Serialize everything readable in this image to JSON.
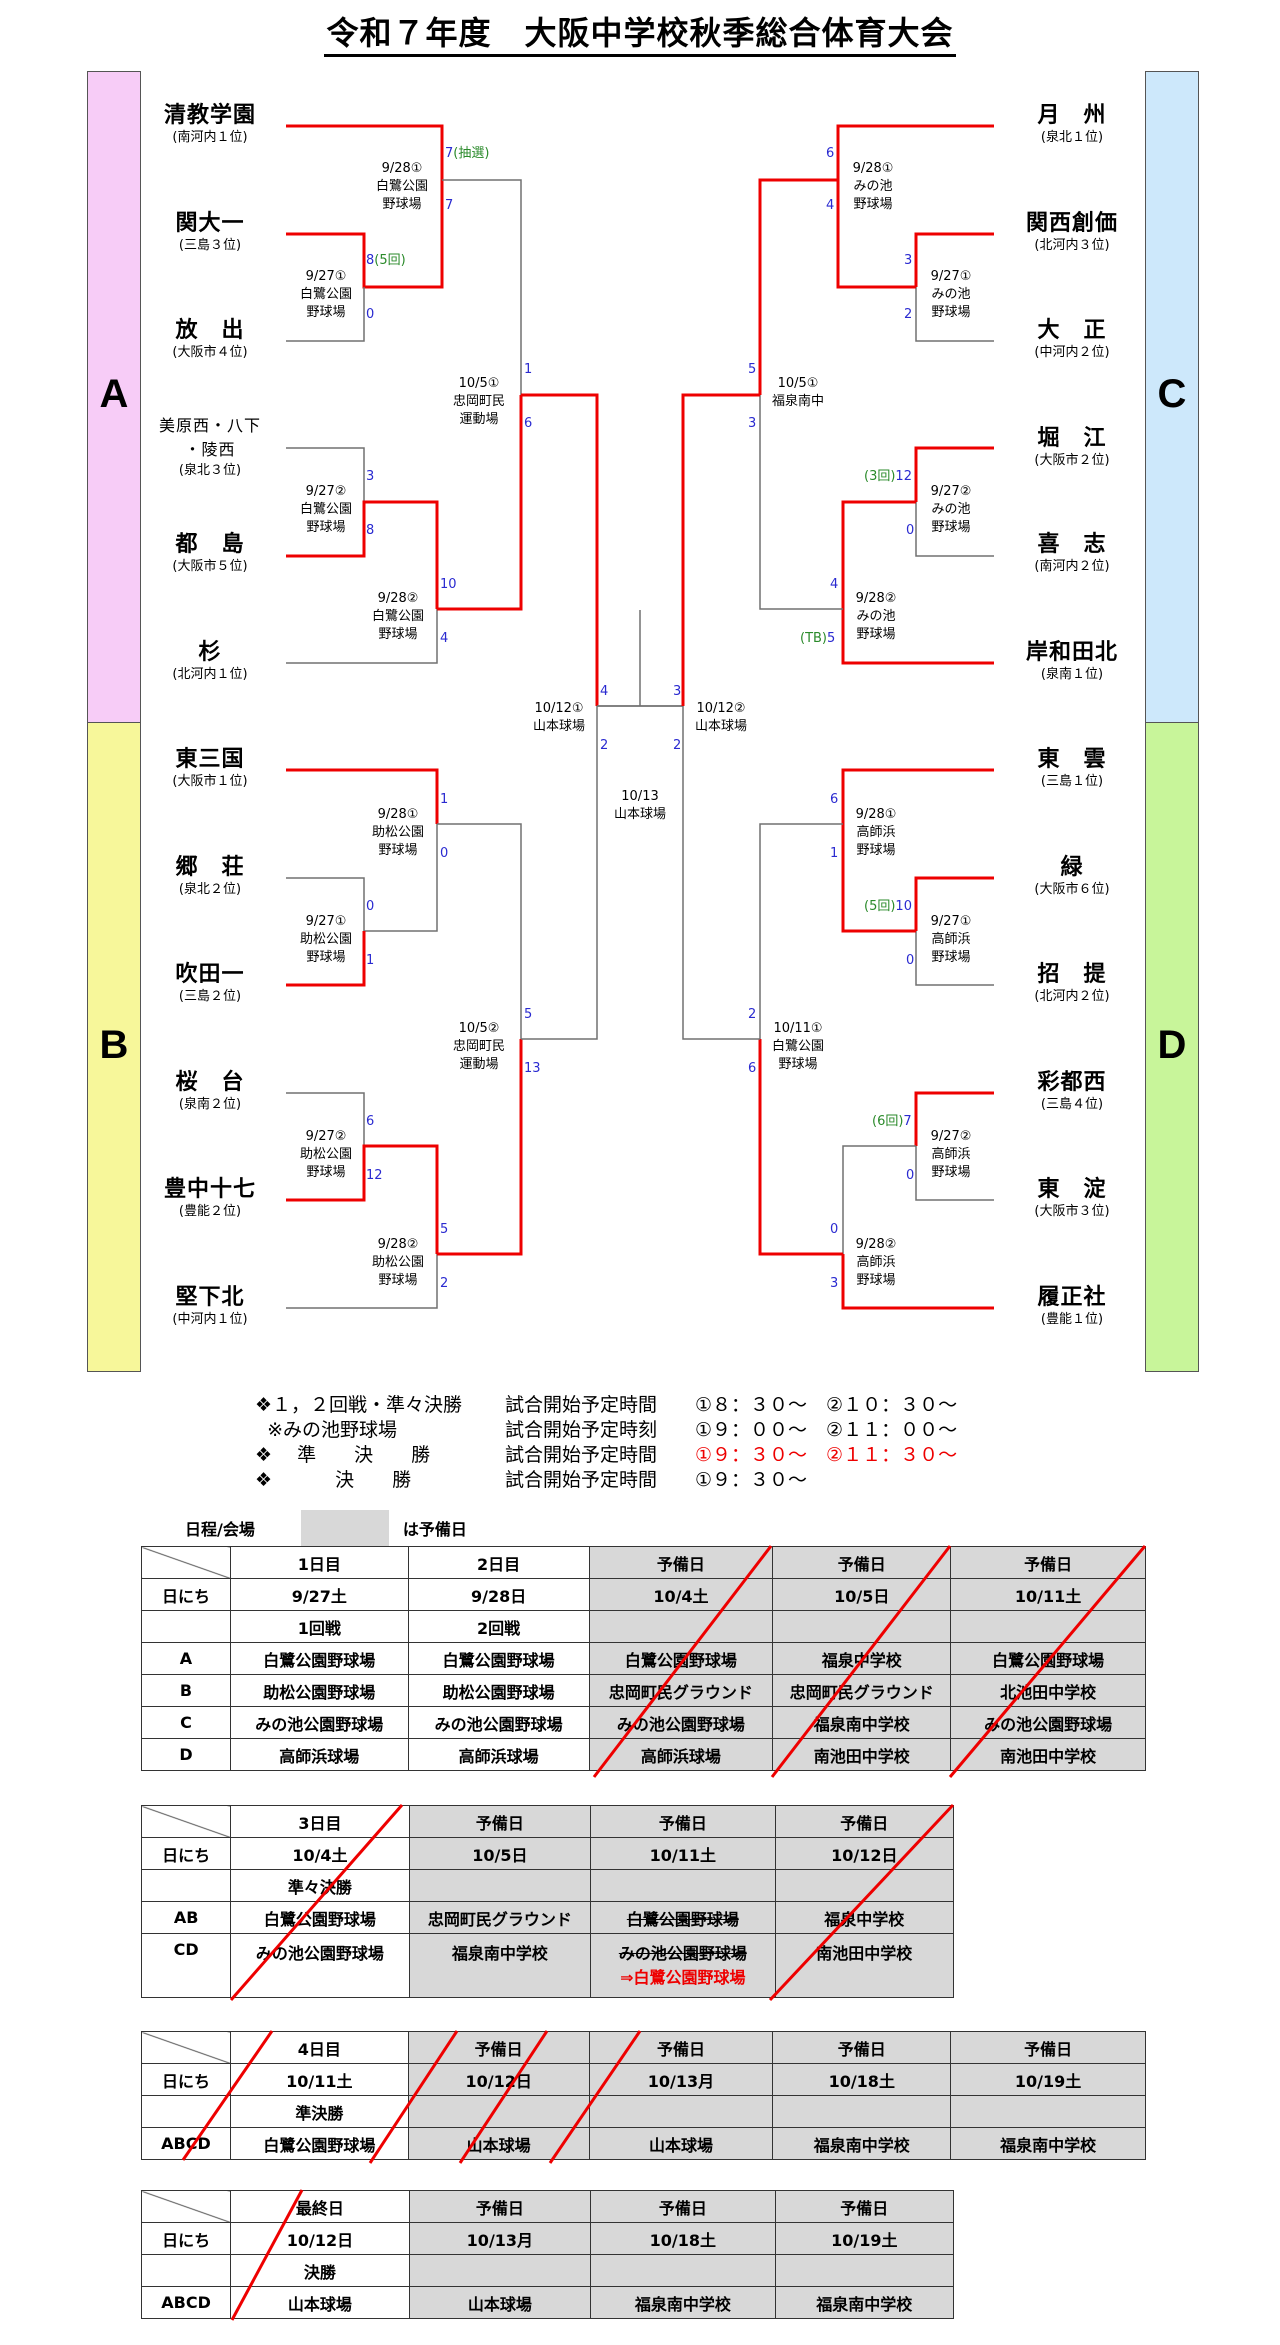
{
  "title": "令和７年度　大阪中学校秋季総合体育大会",
  "regions": {
    "A": "A",
    "B": "B",
    "C": "C",
    "D": "D"
  },
  "colors": {
    "A": "#f7ccf7",
    "B": "#f7f79a",
    "C": "#cde8fb",
    "D": "#c8f59a",
    "win_line": "#ee0000",
    "lose_line": "#707070",
    "score": "#2a2ad0",
    "note": "#2a8a2a"
  },
  "teams_left": [
    {
      "name": "清教学園",
      "rank": "(南河内１位)"
    },
    {
      "name": "関大一",
      "rank": "(三島３位)"
    },
    {
      "name": "放　出",
      "rank": "(大阪市４位)"
    },
    {
      "name": "美原西・八下",
      "name2": "・陵西",
      "rank": "(泉北３位)"
    },
    {
      "name": "都　島",
      "rank": "(大阪市５位)"
    },
    {
      "name": "杉",
      "rank": "(北河内１位)"
    },
    {
      "name": "東三国",
      "rank": "(大阪市１位)"
    },
    {
      "name": "郷　荘",
      "rank": "(泉北２位)"
    },
    {
      "name": "吹田一",
      "rank": "(三島２位)"
    },
    {
      "name": "桜　台",
      "rank": "(泉南２位)"
    },
    {
      "name": "豊中十七",
      "rank": "(豊能２位)"
    },
    {
      "name": "堅下北",
      "rank": "(中河内１位)"
    }
  ],
  "teams_right": [
    {
      "name": "月　州",
      "rank": "(泉北１位)"
    },
    {
      "name": "関西創価",
      "rank": "(北河内３位)"
    },
    {
      "name": "大　正",
      "rank": "(中河内２位)"
    },
    {
      "name": "堀　江",
      "rank": "(大阪市２位)"
    },
    {
      "name": "喜　志",
      "rank": "(南河内２位)"
    },
    {
      "name": "岸和田北",
      "rank": "(泉南１位)"
    },
    {
      "name": "東　雲",
      "rank": "(三島１位)"
    },
    {
      "name": "緑",
      "rank": "(大阪市６位)"
    },
    {
      "name": "招　提",
      "rank": "(北河内２位)"
    },
    {
      "name": "彩都西",
      "rank": "(三島４位)"
    },
    {
      "name": "東　淀",
      "rank": "(大阪市３位)"
    },
    {
      "name": "履正社",
      "rank": "(豊能１位)"
    }
  ],
  "venues": {
    "a_r1a": [
      "9/27①",
      "白鷺公園",
      "野球場"
    ],
    "a_r2a": [
      "9/28①",
      "白鷺公園",
      "野球場"
    ],
    "a_r1b": [
      "9/27②",
      "白鷺公園",
      "野球場"
    ],
    "a_r2b": [
      "9/28②",
      "白鷺公園",
      "野球場"
    ],
    "a_qf": [
      "10/5①",
      "忠岡町民",
      "運動場"
    ],
    "b_r1a": [
      "9/27①",
      "助松公園",
      "野球場"
    ],
    "b_r2a": [
      "9/28①",
      "助松公園",
      "野球場"
    ],
    "b_r1b": [
      "9/27②",
      "助松公園",
      "野球場"
    ],
    "b_r2b": [
      "9/28②",
      "助松公園",
      "野球場"
    ],
    "b_qf": [
      "10/5②",
      "忠岡町民",
      "運動場"
    ],
    "c_r1a": [
      "9/27①",
      "みの池",
      "野球場"
    ],
    "c_r2a": [
      "9/28①",
      "みの池",
      "野球場"
    ],
    "c_r1b": [
      "9/27②",
      "みの池",
      "野球場"
    ],
    "c_r2b": [
      "9/28②",
      "みの池",
      "野球場"
    ],
    "c_qf": [
      "10/5①",
      "福泉南中"
    ],
    "d_r1a": [
      "9/27①",
      "高師浜",
      "野球場"
    ],
    "d_r2a": [
      "9/28①",
      "高師浜",
      "野球場"
    ],
    "d_r1b": [
      "9/27②",
      "高師浜",
      "野球場"
    ],
    "d_r2b": [
      "9/28②",
      "高師浜",
      "野球場"
    ],
    "d_qf": [
      "10/11①",
      "白鷺公園",
      "野球場"
    ],
    "sf1": [
      "10/12①",
      "山本球場"
    ],
    "sf2": [
      "10/12②",
      "山本球場"
    ],
    "final": [
      "10/13",
      "山本球場"
    ]
  },
  "scores": {
    "a1_top": "7",
    "a1_top_note": "(抽選)",
    "a1_bot": "7",
    "a0_top": "8",
    "a0_top_note": "(5回)",
    "a0_bot": "0",
    "a0b_top": "3",
    "a0b_bot": "8",
    "a1b_top": "10",
    "a1b_bot": "4",
    "aqf_top": "1",
    "aqf_bot": "6",
    "sf1_top": "4",
    "sf1_bot": "2",
    "b1_top": "1",
    "b1_bot": "0",
    "b0_top": "0",
    "b0_bot": "1",
    "b0b_top": "6",
    "b0b_bot": "12",
    "b1b_top": "5",
    "b1b_bot": "2",
    "bqf_top": "5",
    "bqf_bot": "13",
    "c1_top": "6",
    "c1_bot": "4",
    "c0_top": "3",
    "c0_bot": "2",
    "cqf_top": "5",
    "cqf_bot": "3",
    "c0b_top": "12",
    "c0b_top_note": "(3回)",
    "c0b_bot": "0",
    "c1b_top": "4",
    "c1b_bot": "5",
    "c1b_bot_note": "(TB)",
    "sf2_top": "3",
    "sf2_bot": "2",
    "d1_top": "6",
    "d1_bot": "1",
    "d0_top": "10",
    "d0_top_note": "(5回)",
    "d0_bot": "0",
    "dqf_top": "2",
    "dqf_bot": "6",
    "d0b_top": "7",
    "d0b_top_note": "(6回)",
    "d0b_bot": "0",
    "d1b_top": "0",
    "d1b_bot": "3"
  },
  "notes": [
    {
      "c1": "❖１，２回戦・準々決勝",
      "c2": "試合開始予定時間",
      "c3": "①８：３０～　②１０：３０～",
      "red": false
    },
    {
      "c1": "  ※みの池野球場",
      "c2": "試合開始予定時刻",
      "c3": "①９：００～　②１１：００～",
      "red": false
    },
    {
      "c1": "❖　 準　　決　　勝",
      "c2": "試合開始予定時間",
      "c3": "①９：３０～　②１１：３０～",
      "red": true
    },
    {
      "c1": "❖　　　 決　　勝",
      "c2": "試合開始予定時間",
      "c3": "①９：３０～",
      "red": false
    }
  ],
  "legend": {
    "label": "日程/会場",
    "suffix": "は予備日"
  },
  "table1": {
    "header": [
      "1日目",
      "2日目",
      "予備日",
      "予備日",
      "予備日"
    ],
    "dates": [
      "9/27土",
      "9/28日",
      "10/4土",
      "10/5日",
      "10/11土"
    ],
    "rounds": [
      "1回戦",
      "2回戦",
      "",
      "",
      ""
    ],
    "rows": [
      {
        "label": "A",
        "cells": [
          "白鷺公園野球場",
          "白鷺公園野球場",
          "白鷺公園野球場",
          "福泉中学校",
          "白鷺公園野球場"
        ]
      },
      {
        "label": "B",
        "cells": [
          "助松公園野球場",
          "助松公園野球場",
          "忠岡町民グラウンド",
          "忠岡町民グラウンド",
          "北池田中学校"
        ]
      },
      {
        "label": "C",
        "cells": [
          "みの池公園野球場",
          "みの池公園野球場",
          "みの池公園野球場",
          "福泉南中学校",
          "みの池公園野球場"
        ]
      },
      {
        "label": "D",
        "cells": [
          "高師浜球場",
          "高師浜球場",
          "高師浜球場",
          "南池田中学校",
          "南池田中学校"
        ]
      }
    ],
    "date_label": "日にち"
  },
  "table2": {
    "header": [
      "3日目",
      "予備日",
      "予備日",
      "予備日"
    ],
    "dates": [
      "10/4土",
      "10/5日",
      "10/11土",
      "10/12日"
    ],
    "rounds": [
      "準々決勝",
      "",
      "",
      ""
    ],
    "rows": [
      {
        "label": "AB",
        "cells": [
          "白鷺公園野球場",
          "忠岡町民グラウンド",
          "白鷺公園野球場",
          "福泉中学校"
        ]
      },
      {
        "label": "CD",
        "cells": [
          "みの池公園野球場",
          "福泉南中学校",
          "みの池公園野球場",
          "南池田中学校"
        ],
        "changed": "⇒白鷺公園野球場"
      }
    ],
    "date_label": "日にち"
  },
  "table3": {
    "header": [
      "4日目",
      "予備日",
      "予備日",
      "予備日",
      "予備日"
    ],
    "dates": [
      "10/11土",
      "10/12日",
      "10/13月",
      "10/18土",
      "10/19土"
    ],
    "rounds": [
      "準決勝",
      "",
      "",
      "",
      ""
    ],
    "rows": [
      {
        "label": "ABCD",
        "cells": [
          "白鷺公園野球場",
          "山本球場",
          "山本球場",
          "福泉南中学校",
          "福泉南中学校"
        ]
      }
    ],
    "date_label": "日にち"
  },
  "table4": {
    "header": [
      "最終日",
      "予備日",
      "予備日",
      "予備日"
    ],
    "dates": [
      "10/12日",
      "10/13月",
      "10/18土",
      "10/19土"
    ],
    "rounds": [
      "決勝",
      "",
      "",
      ""
    ],
    "rows": [
      {
        "label": "ABCD",
        "cells": [
          "山本球場",
          "山本球場",
          "福泉南中学校",
          "福泉南中学校"
        ]
      }
    ],
    "date_label": "日にち"
  }
}
